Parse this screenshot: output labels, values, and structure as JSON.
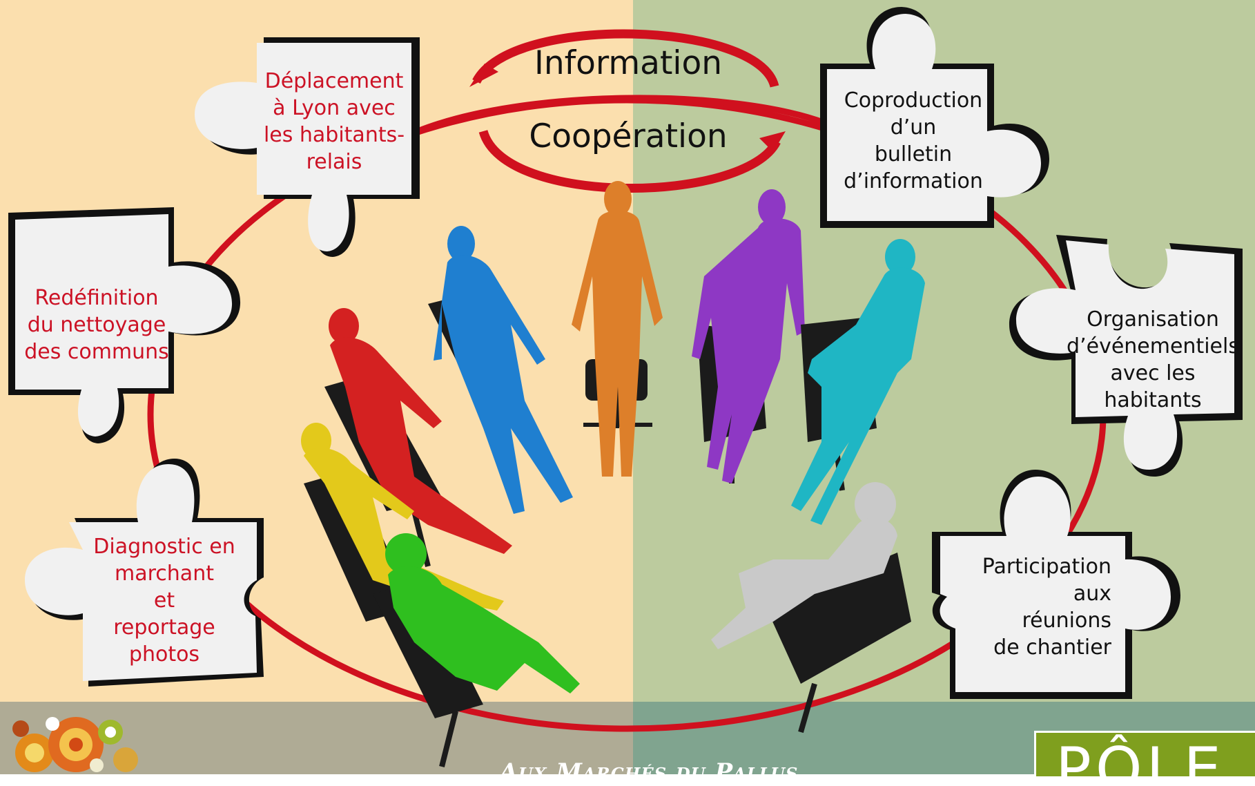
{
  "center": {
    "information": "Information",
    "cooperation": "Coopération"
  },
  "pieces": [
    {
      "id": "deplacement",
      "text": "Déplacement\nà Lyon avec\nles habitants-\nrelais",
      "color": "red"
    },
    {
      "id": "redefinition",
      "text": "Redéfinition\ndu nettoyage\ndes communs",
      "color": "red"
    },
    {
      "id": "diagnostic",
      "text": "Diagnostic en\nmarchant\net\nreportage\nphotos",
      "color": "red"
    },
    {
      "id": "coproduction",
      "text": "Coproduction\nd’un\nbulletin\nd’information",
      "color": "dark"
    },
    {
      "id": "organisation",
      "text": "Organisation\nd’événementiels\navec les\nhabitants",
      "color": "dark"
    },
    {
      "id": "participation",
      "text": "Participation\naux\nréunions\nde chantier",
      "color": "dark"
    }
  ],
  "figures": [
    {
      "name": "red-figure",
      "color": "#d42121"
    },
    {
      "name": "blue-figure",
      "color": "#1f7fd0"
    },
    {
      "name": "orange-figure",
      "color": "#dd7f2a"
    },
    {
      "name": "purple-figure",
      "color": "#8e38c4"
    },
    {
      "name": "cyan-figure",
      "color": "#1fb6c4"
    },
    {
      "name": "yellow-figure",
      "color": "#e3c91b"
    },
    {
      "name": "green-figure",
      "color": "#2fbf1f"
    },
    {
      "name": "grey-figure",
      "color": "#c9c9c9"
    }
  ],
  "footer": {
    "title": "Aux Marchés du Pallus",
    "logo_text": "PÔLE"
  },
  "colors": {
    "left_bg": "#fbdfae",
    "right_bg": "#bccb9e",
    "ring": "#d0101e",
    "label_red": "#cc1225"
  }
}
